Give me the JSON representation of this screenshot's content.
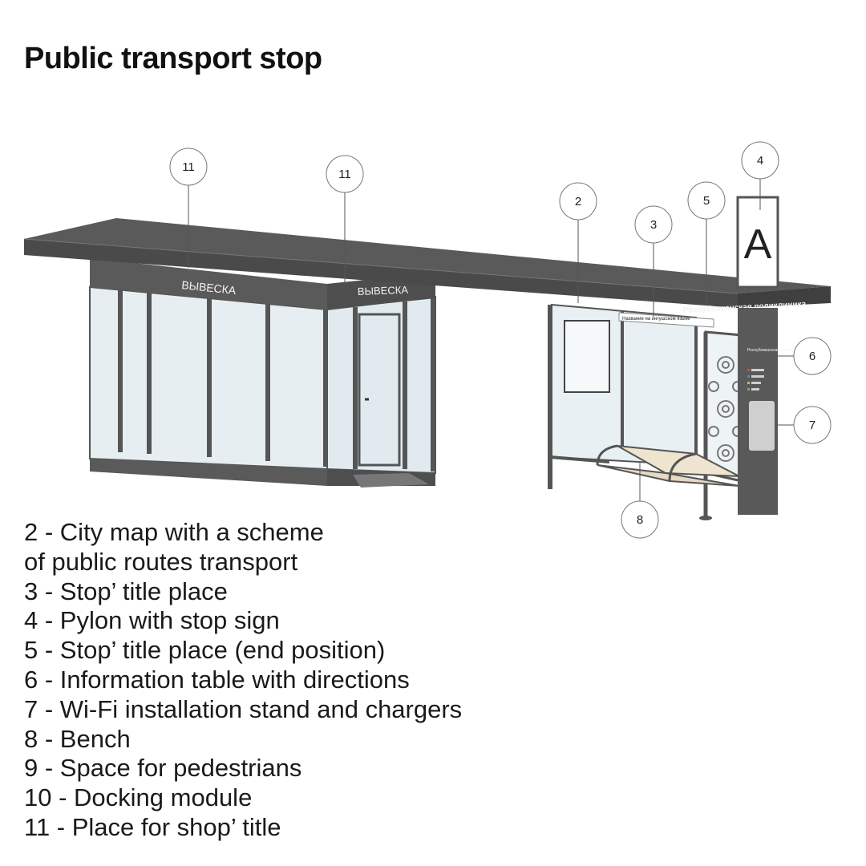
{
  "title": "Public transport stop",
  "signs": {
    "kiosk_sign_1": "ВЫВЕСКА",
    "kiosk_sign_2": "ВЫВЕСКА",
    "stop_title": "Республиканская поликлиника",
    "stop_subtitle": "Название на ингушском языке",
    "stop_title_end": "Республиканская поликлиника",
    "pylon_letter": "А",
    "info_table_title": "Республиканская поликлиника"
  },
  "callouts": [
    {
      "id": "callout-11a",
      "label": "11"
    },
    {
      "id": "callout-11b",
      "label": "11"
    },
    {
      "id": "callout-2",
      "label": "2"
    },
    {
      "id": "callout-3",
      "label": "3"
    },
    {
      "id": "callout-5",
      "label": "5"
    },
    {
      "id": "callout-4",
      "label": "4"
    },
    {
      "id": "callout-6",
      "label": "6"
    },
    {
      "id": "callout-7",
      "label": "7"
    },
    {
      "id": "callout-8",
      "label": "8"
    }
  ],
  "legend": [
    "2 - City map with a scheme",
    "of public routes transport",
    "3 - Stop’ title place",
    "4 - Pylon with stop sign",
    "5 - Stop’ title place (end position)",
    "6 - Information table with directions",
    "7 - Wi-Fi installation stand and chargers",
    "8 - Bench",
    "9 - Space for pedestrians",
    "10 - Docking module",
    "11 - Place for shop’ title"
  ],
  "colors": {
    "structure": "#575757",
    "glass": "#e4eef2",
    "bench": "#efe4cf",
    "accent_dots": [
      "#e0463c",
      "#3c8de0",
      "#e0b23c",
      "#5dbb63",
      "#a05dbb"
    ]
  }
}
